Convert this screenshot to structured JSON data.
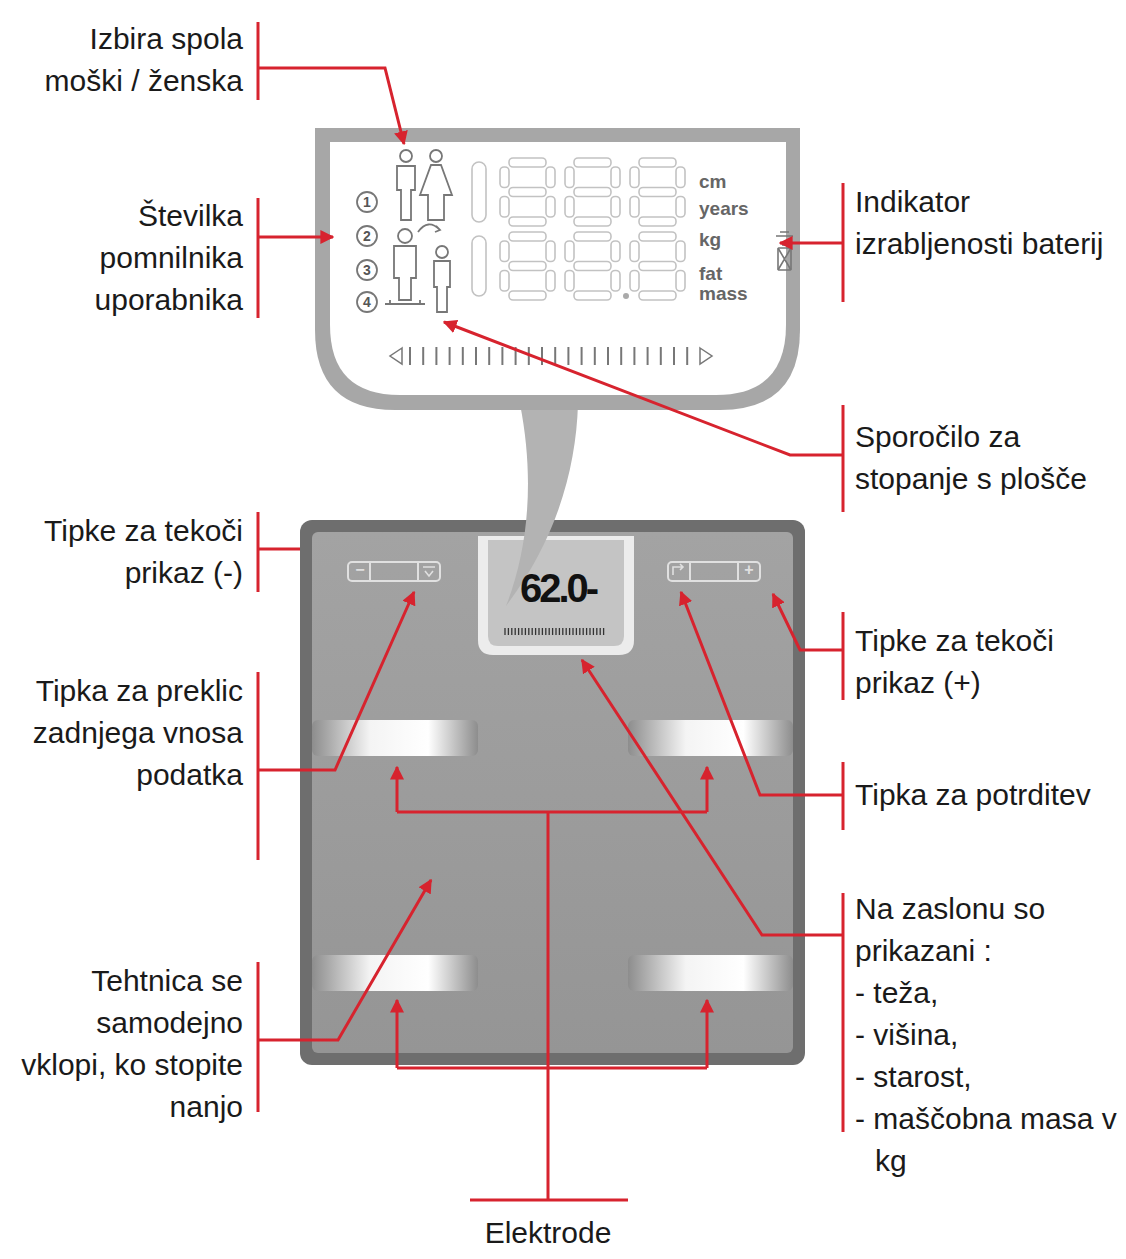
{
  "diagram": {
    "labels": [
      "Izbira spola moški / ženska",
      "Številka pomnilnika uporabnika",
      "1",
      "2",
      "3",
      "4",
      "cm",
      "years",
      "kg",
      "fat",
      "mass",
      "Indikator izrabljenosti baterij",
      "Sporočilo za stopanje s plošče",
      "Tipke za tekoči prikaz (-)",
      "−",
      "62.0-",
      "+",
      "Tipke za tekoči prikaz (+)",
      "Tipka za preklic zadnjega vnosa podatka",
      "Tipka za potrditev",
      "Tehtnica se samodejno vklopi, ko stopite nanjo",
      "Na zaslonu so prikazani :",
      "- teža,",
      "- višina,",
      "- starost,",
      "- maščobna masa v kg",
      "Elektrode"
    ]
  }
}
